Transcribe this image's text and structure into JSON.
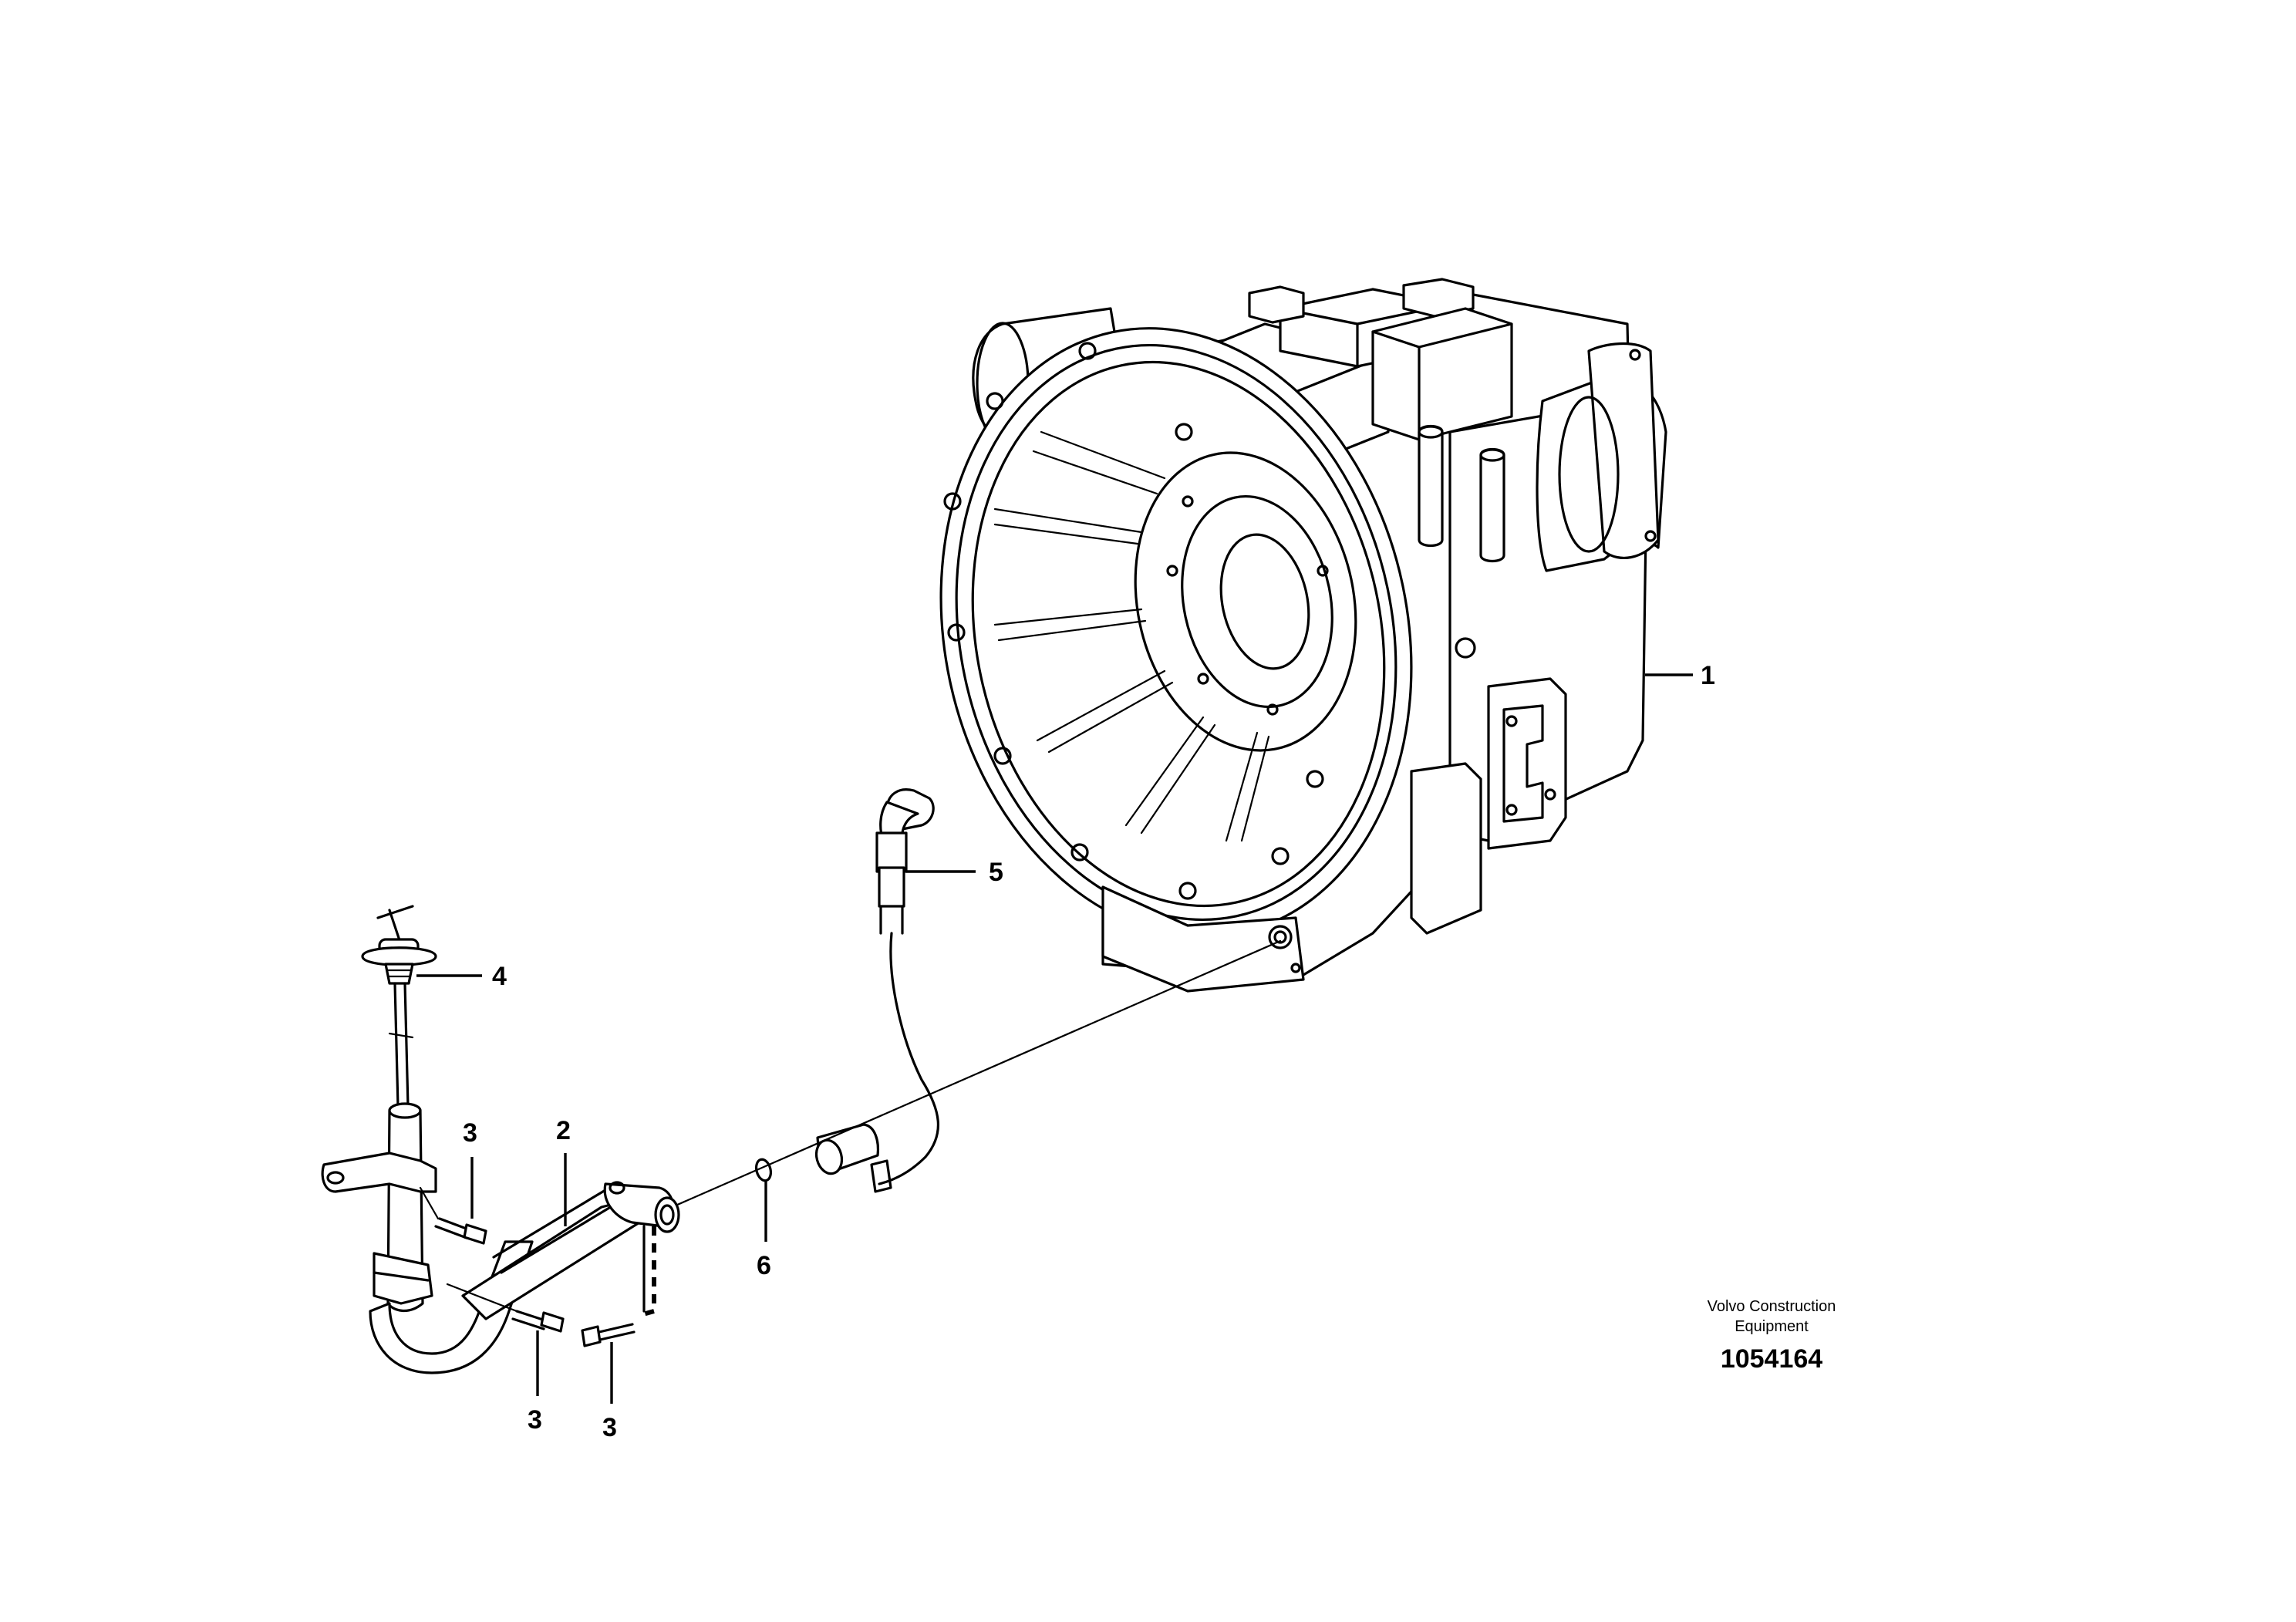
{
  "callouts": {
    "c1": "1",
    "c2": "2",
    "c3a": "3",
    "c3b": "3",
    "c3c": "3",
    "c4": "4",
    "c5": "5",
    "c6": "6"
  },
  "brand": {
    "line1": "Volvo Construction",
    "line2": "Equipment"
  },
  "figure_number": "1054164",
  "colors": {
    "ink": "#000000",
    "paper": "#ffffff"
  }
}
